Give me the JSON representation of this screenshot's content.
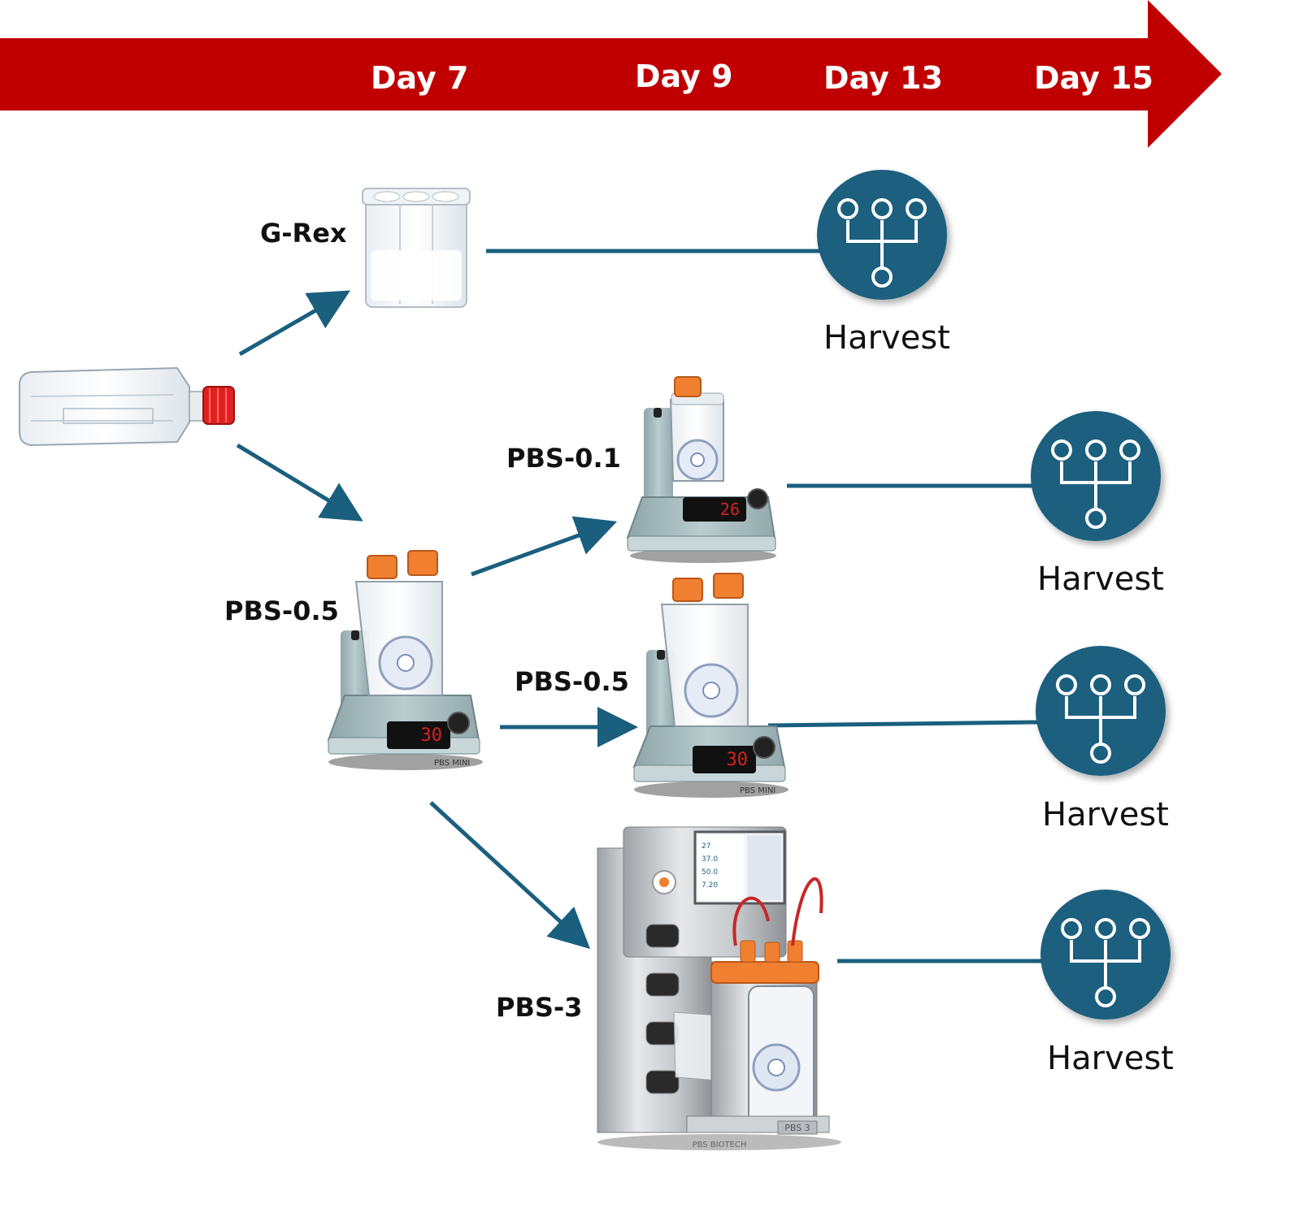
{
  "colors": {
    "timeline": "#c00000",
    "accent": "#1b5f7e",
    "device_body": "#a9bfc1",
    "cap": "#f07f2f",
    "display": "#d8231e"
  },
  "timeline": {
    "days": [
      "Day 7",
      "Day 9",
      "Day 13",
      "Day 15"
    ]
  },
  "devices": {
    "grex": "G-Rex",
    "pbs05_start": "PBS-0.5",
    "pbs01": "PBS-0.1",
    "pbs05": "PBS-0.5",
    "pbs3": "PBS-3"
  },
  "device_panels": {
    "small_display": "30",
    "mini_display": "26",
    "brand_mark": "PBS MINI",
    "pbs3_badge": "PBS 3",
    "pbs3_brand": "PBS BIOTECH",
    "screen_values": [
      "27",
      "37.0",
      "50.0",
      "7.20"
    ]
  },
  "harvest": {
    "labels": [
      "Harvest",
      "Harvest",
      "Harvest",
      "Harvest"
    ]
  },
  "icons": {
    "harvest": "harvest-icon",
    "flask": "t-flask-icon",
    "grex": "grex-vessel-icon",
    "bioreactor": "bioreactor-icon"
  }
}
